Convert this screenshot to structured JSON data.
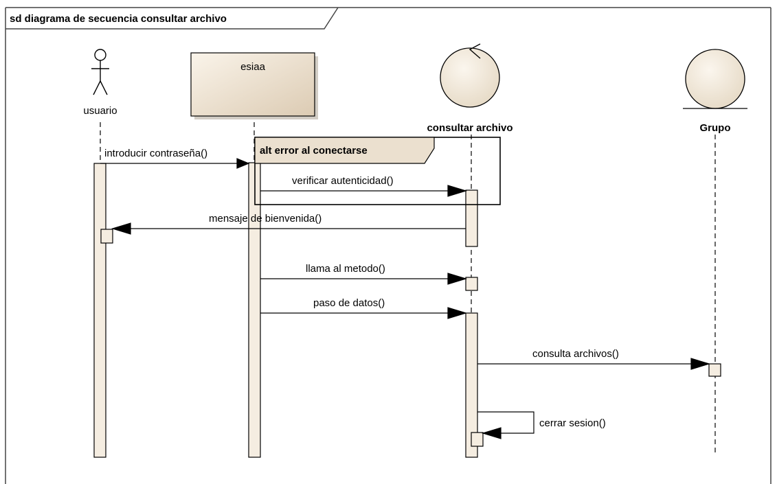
{
  "frame": {
    "title": "sd diagrama de secuencia consultar archivo"
  },
  "participants": {
    "actor": {
      "label": "usuario"
    },
    "boundary": {
      "label": "esiaa"
    },
    "control": {
      "label": "consultar archivo"
    },
    "entity": {
      "label": "Grupo"
    }
  },
  "fragment": {
    "label": "alt error al conectarse"
  },
  "messages": [
    {
      "label": "introducir contraseña()"
    },
    {
      "label": "verificar autenticidad()"
    },
    {
      "label": "mensaje de bienvenida()"
    },
    {
      "label": "llama al metodo()"
    },
    {
      "label": "paso de datos()"
    },
    {
      "label": "consulta archivos()"
    },
    {
      "label": "cerrar sesion()"
    }
  ],
  "colors": {
    "fill": "#f5ede1",
    "box_fill": "#ebe0cf",
    "line": "#000000",
    "frame_line": "#222222"
  }
}
